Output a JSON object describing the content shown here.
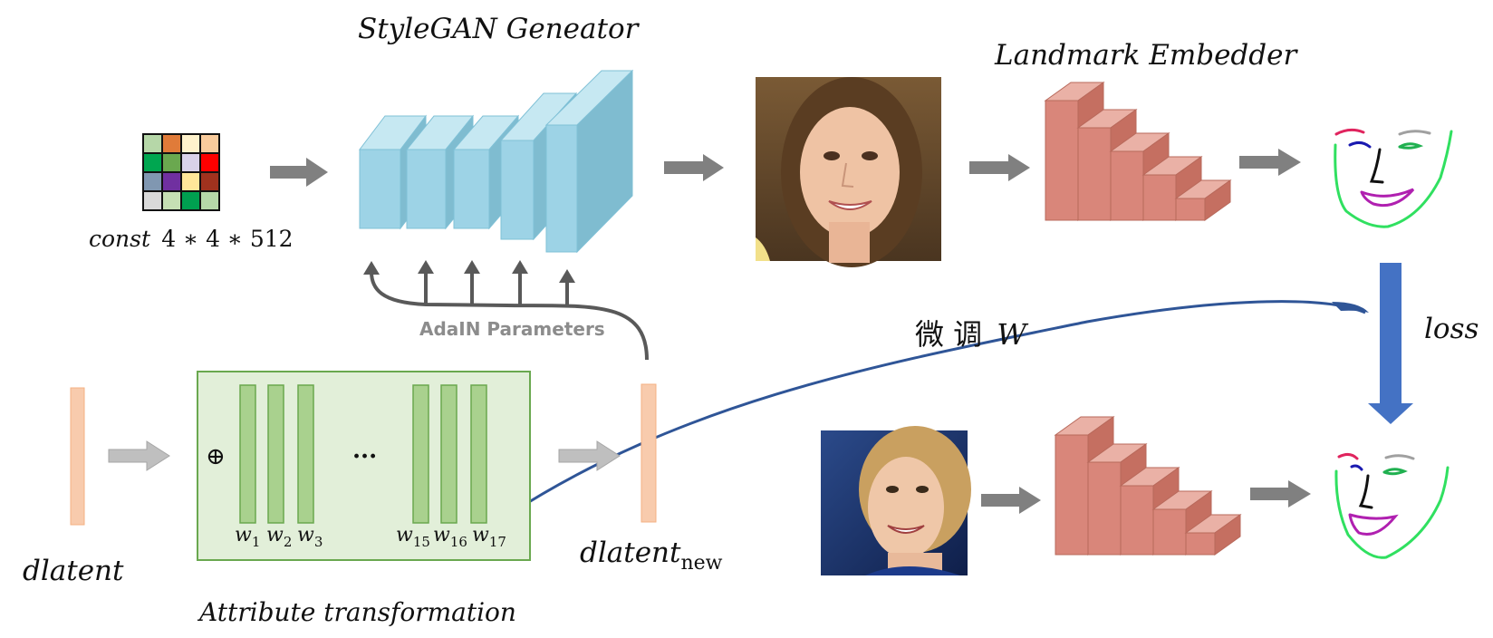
{
  "titles": {
    "generator": "StyleGAN Geneator",
    "embedder": "Landmark Embedder",
    "attribute": "Attribute transformation"
  },
  "labels": {
    "const_word": "const",
    "const_dims": "4 ∗ 4 ∗ 512",
    "adain": "AdaIN Parameters",
    "finetune_cn": "微 调",
    "finetune_w": "W",
    "loss": "loss",
    "dlatent": "dlatent",
    "dlatent_new_base": "dlatent",
    "dlatent_new_sub": "new",
    "ellipsis": "...",
    "oplus": "⊕"
  },
  "w_labels": [
    {
      "base": "w",
      "sub": "1"
    },
    {
      "base": "w",
      "sub": "2"
    },
    {
      "base": "w",
      "sub": "3"
    },
    {
      "base": "w",
      "sub": "15"
    },
    {
      "base": "w",
      "sub": "16"
    },
    {
      "base": "w",
      "sub": "17"
    }
  ],
  "colors": {
    "const_grid": [
      "#b6d7a8",
      "#e07b39",
      "#fff2cc",
      "#f9cb9c",
      "#00a650",
      "#6aa84f",
      "#d9d2e9",
      "#ff0000",
      "#8097b1",
      "#7030a0",
      "#ffe699",
      "#a0321e",
      "#d9d9d9",
      "#c6e0b4",
      "#00a050",
      "#b6d7a8"
    ],
    "generator_block": "#9dd3e6",
    "embedder_block": "#d9867a",
    "attribute_bg": "#e2efd9",
    "attribute_border": "#6aa84f",
    "w_bar": "#a9d18e",
    "dlatent_bar": "#f8cbad",
    "arrow_dark": "#808080",
    "arrow_light": "#bfbfbf",
    "loss_arrow": "#4472c4",
    "curve": "#2f5597"
  }
}
